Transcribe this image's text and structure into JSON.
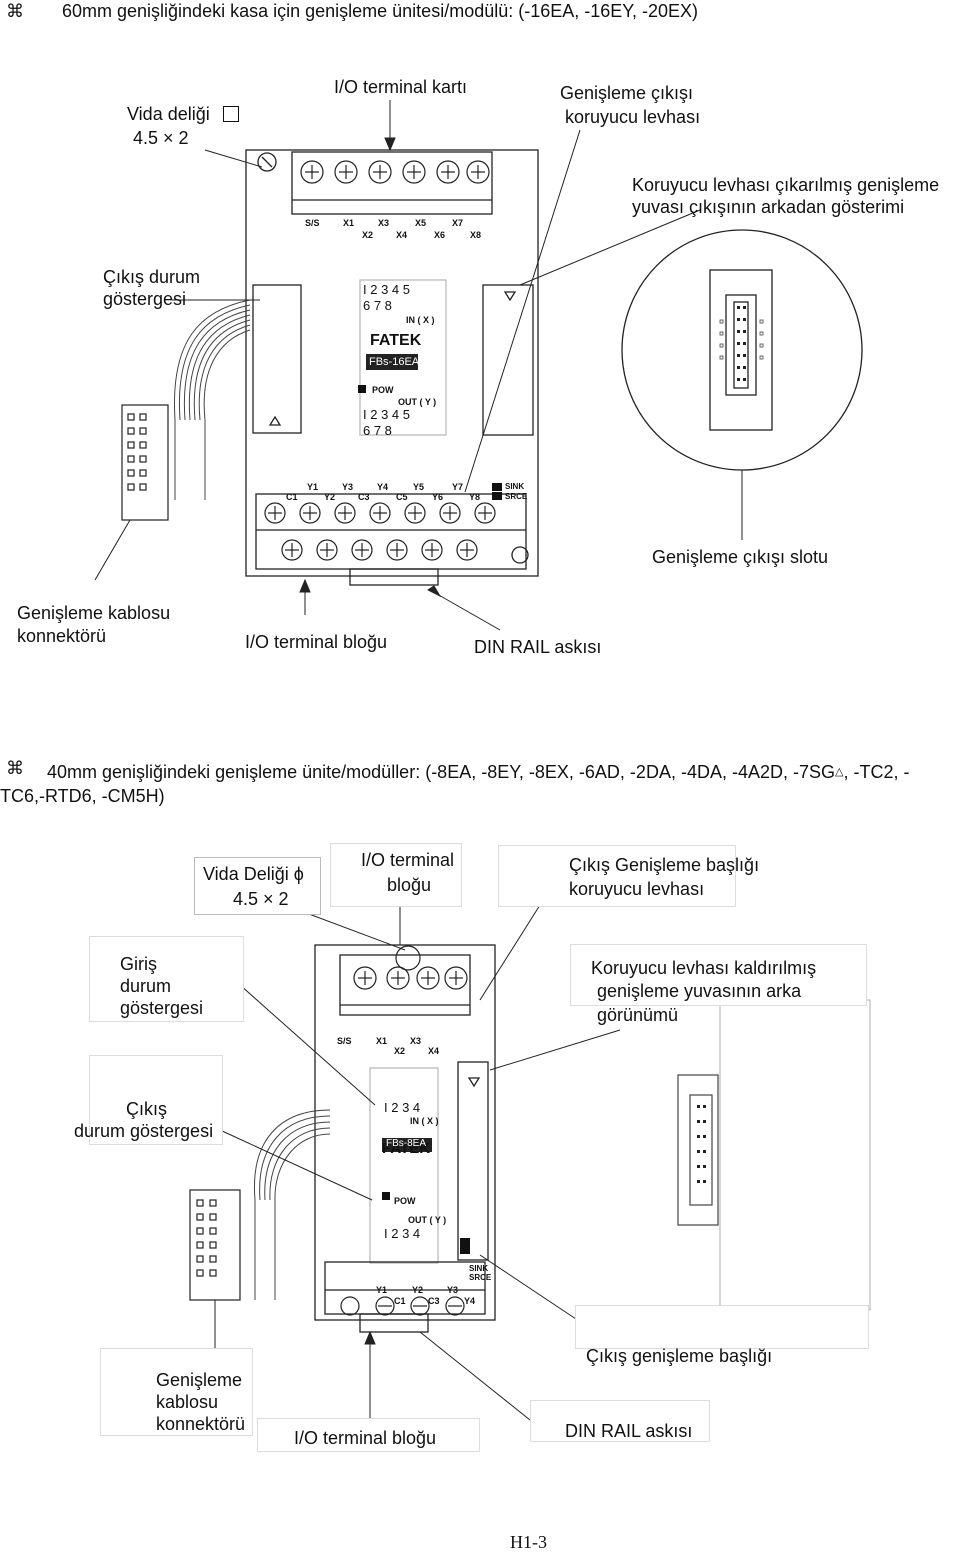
{
  "section1": {
    "bullet": "⌘",
    "heading": "60mm genişliğindeki kasa için genişleme ünitesi/modülü: (-16EA, -16EY, -20EX)",
    "labels": {
      "vida_deligi": "Vida deliği",
      "vida_size": "4.5",
      "vida_mult": "2",
      "io_terminal_karti": "I/O terminal kartı",
      "genisleme_cikisi": "Genişleme çıkışı",
      "koruyucu_levhasi": "koruyucu levhası",
      "koruyucu_cikarilmis_1": "Koruyucu levhası çıkarılmış genişleme",
      "koruyucu_cikarilmis_2": "yuvası çıkışının arkadan gösterimi",
      "cikis_durum_1": "Çıkış durum",
      "cikis_durum_2": "göstergesi",
      "genisleme_cikisi_slotu": "Genişleme çıkışı slotu",
      "genisleme_kablosu_1": "Genişleme kablosu",
      "genisleme_kablosu_2": "konnektörü",
      "io_terminal_blogu": "I/O terminal bloğu",
      "din_rail": "DIN RAIL askısı"
    },
    "device": {
      "top_terminals_row1": [
        "S/S",
        "X1",
        "X3",
        "X5",
        "X7"
      ],
      "top_terminals_row2": [
        "X2",
        "X4",
        "X6",
        "X8"
      ],
      "in_leds_1": "I  2  3  4  5",
      "in_leds_2": "6  7  8",
      "in_label": "IN ( X )",
      "brand": "FATEK",
      "model": "FBs-16EA",
      "pow": "POW",
      "out_label": "OUT ( Y )",
      "out_leds_1": "I  2  3  4  5",
      "out_leds_2": "6  7  8",
      "bottom_terminals_row1": [
        "Y1",
        "Y3",
        "Y4",
        "Y5",
        "Y7"
      ],
      "bottom_terminals_row2": [
        "C1",
        "Y2",
        "C3",
        "C5",
        "Y6",
        "Y8"
      ],
      "sink": "SINK",
      "srce": "SRCE"
    }
  },
  "section2": {
    "bullet": "⌘",
    "heading_1": "40mm genişliğindeki genişleme ünite/modüller: (-8EA, -8EY, -8EX, -6AD, -2DA, -4DA, -4A2D, -7SG",
    "heading_1_tail": ", -TC2, -",
    "heading_2": "TC6,-RTD6, -CM5H)",
    "labels": {
      "vida_deligi": "Vida Deliği",
      "vida_size": "4.5",
      "vida_mult": "2",
      "io_terminal_1": "I/O terminal",
      "io_terminal_2": "bloğu",
      "cikis_baslik_1": "Çıkış Genişleme başlığı",
      "cikis_baslik_2": "koruyucu levhası",
      "giris_1": "Giriş",
      "giris_2": "durum",
      "giris_3": "göstergesi",
      "koruyucu_1": "Koruyucu levhası kaldırılmış",
      "koruyucu_2": "genişleme yuvasının arka",
      "koruyucu_3": "görünümü",
      "cikis_durum_1": "Çıkış",
      "cikis_durum_2": "durum göstergesi",
      "cikis_genisleme_basligi": "Çıkış genişleme başlığı",
      "genisleme_1": "Genişleme",
      "genisleme_2": "kablosu",
      "genisleme_3": "konnektörü",
      "io_terminal_blogu": "I/O terminal bloğu",
      "din_rail": "DIN RAIL askısı"
    },
    "device": {
      "top_terminals_row1": [
        "S/S",
        "X1",
        "X3"
      ],
      "top_terminals_row2": [
        "X2",
        "X4"
      ],
      "in_leds": "I  2  3  4",
      "in_label": "IN ( X )",
      "brand": "FATEK",
      "model": "FBs-8EA",
      "pow": "POW",
      "out_label": "OUT ( Y )",
      "out_leds": "I  2  3  4",
      "sink": "SINK",
      "srce": "SRCE",
      "bottom_terminals_row1": [
        "Y1",
        "Y2",
        "Y3"
      ],
      "bottom_terminals_row2": [
        "C1",
        "C3",
        "Y4"
      ]
    }
  },
  "footer": {
    "page": "H1-3"
  }
}
